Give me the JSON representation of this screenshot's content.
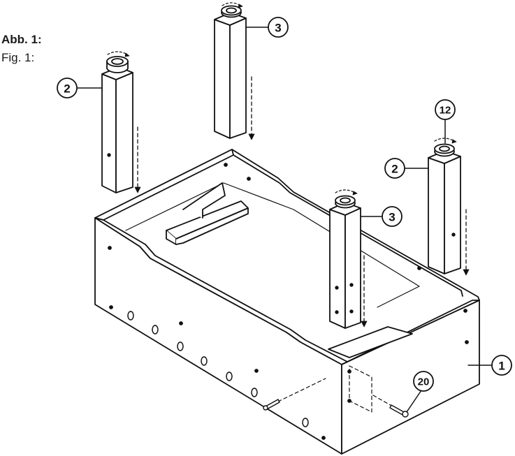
{
  "figure": {
    "caption_de": "Abb. 1:",
    "caption_en": "Fig. 1:"
  },
  "callouts": [
    {
      "id": "leg-front-left",
      "label": "2"
    },
    {
      "id": "leg-back-left",
      "label": "3"
    },
    {
      "id": "leg-center",
      "label": "3"
    },
    {
      "id": "leg-right",
      "label": "2"
    },
    {
      "id": "leg-cap",
      "label": "12"
    },
    {
      "id": "frame",
      "label": "1"
    },
    {
      "id": "screw",
      "label": "20"
    }
  ],
  "colors": {
    "line": "#111111",
    "fill": "#ffffff"
  }
}
